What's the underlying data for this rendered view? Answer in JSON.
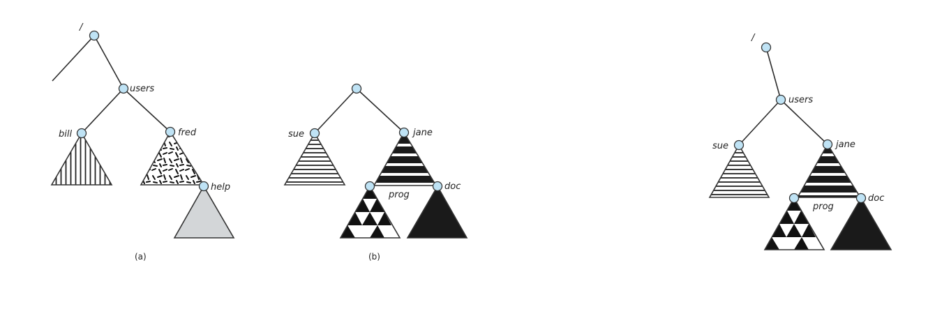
{
  "panel_a": {
    "root_label": "/",
    "users_label": "users",
    "bill_label": "bill",
    "fred_label": "fred",
    "help_label": "help",
    "caption": "(a)"
  },
  "panel_b": {
    "sue_label": "sue",
    "jane_label": "jane",
    "prog_label": "prog",
    "doc_label": "doc",
    "caption": "(b)"
  },
  "panel_c": {
    "root_label": "/",
    "users_label": "users",
    "sue_label": "sue",
    "jane_label": "jane",
    "prog_label": "prog",
    "doc_label": "doc"
  },
  "colors": {
    "node_fill": "#bfe3f5",
    "help_fill": "#d3d6d8",
    "dark_fill": "#1a1a1a"
  }
}
